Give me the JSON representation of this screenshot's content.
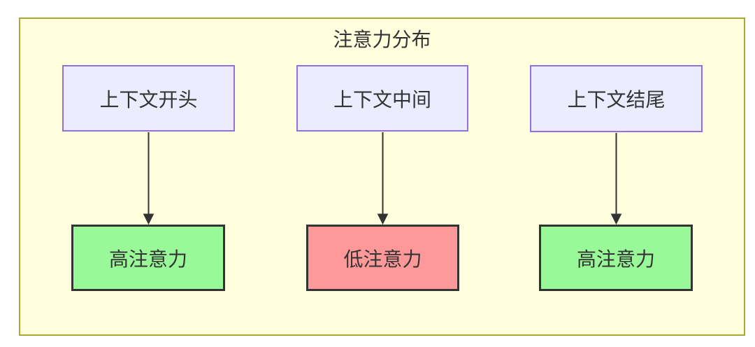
{
  "diagram": {
    "title": "注意力分布",
    "top_nodes": [
      {
        "id": "context-start",
        "label": "上下文开头"
      },
      {
        "id": "context-middle",
        "label": "上下文中间"
      },
      {
        "id": "context-end",
        "label": "上下文结尾"
      }
    ],
    "bottom_nodes": [
      {
        "id": "attention-start",
        "label": "高注意力",
        "level": "high"
      },
      {
        "id": "attention-middle",
        "label": "低注意力",
        "level": "low"
      },
      {
        "id": "attention-end",
        "label": "高注意力",
        "level": "high"
      }
    ],
    "edges": [
      {
        "from": "上下文开头",
        "to": "高注意力"
      },
      {
        "from": "上下文中间",
        "to": "低注意力"
      },
      {
        "from": "上下文结尾",
        "to": "高注意力"
      }
    ],
    "colors": {
      "container_fill": "#FFFFDE",
      "container_border": "#AAAA33",
      "node_fill": "#ECECFF",
      "node_border": "#9370DB",
      "high_fill": "#99F999",
      "low_fill": "#FF9999",
      "emphasis_border": "#333333",
      "arrow": "#333333",
      "text": "#333333"
    }
  }
}
